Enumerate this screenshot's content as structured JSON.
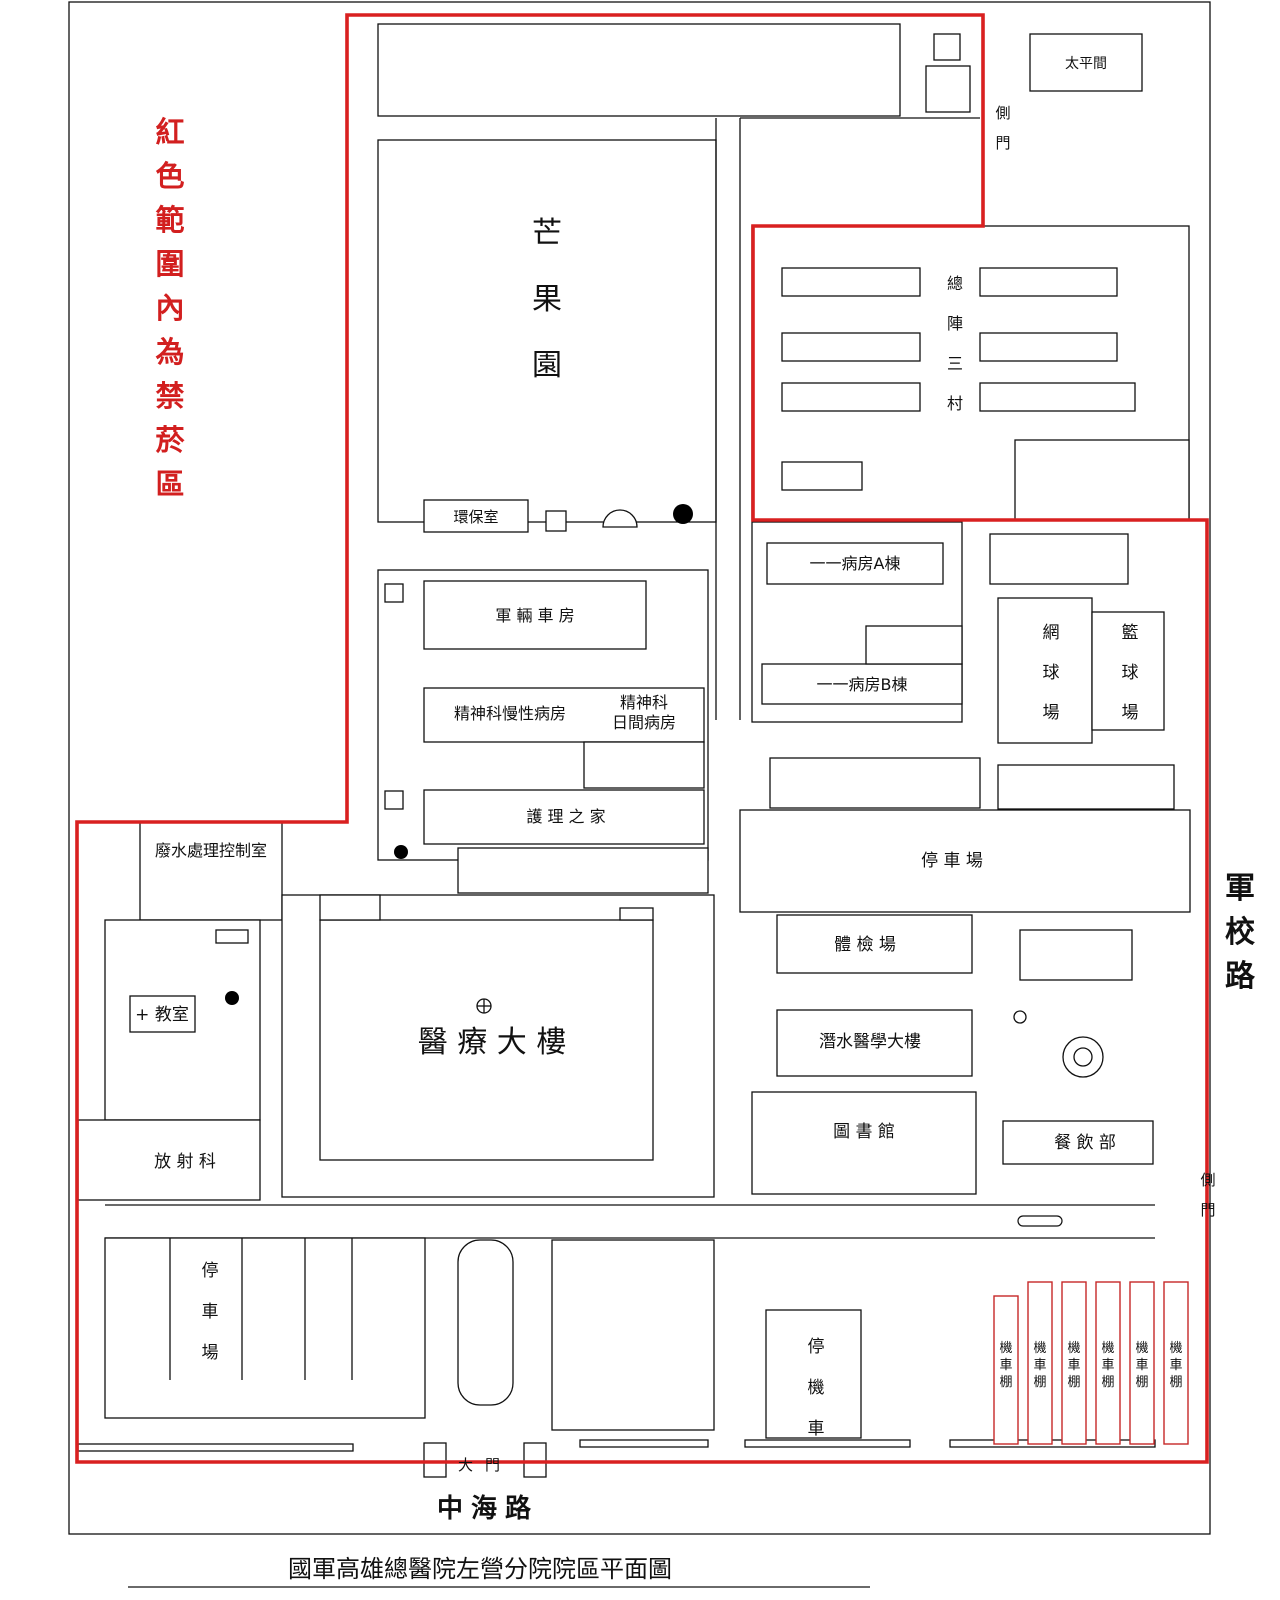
{
  "title": "國軍高雄總醫院左營分院院區平面圖",
  "legend": "紅色範圍內為禁菸區",
  "roads": {
    "junxiao": "軍校路",
    "zhonghai": "中海路"
  },
  "gates": {
    "main_gate": "大門",
    "side_gate_top": "側門",
    "side_gate_right": "側門"
  },
  "areas": {
    "orchard": "芒果園",
    "village": "總陣三村",
    "taiping": "太平間",
    "waste_room": "環保室",
    "garage": "軍 輛 車 房",
    "psy_chronic": "精神科慢性病房",
    "psy_day": "精神科日間病房",
    "nursing_home": "護 理 之 家",
    "sewage": "廢水處理控制室",
    "main_building": "醫 療 大 樓",
    "ward_a": "一一病房A棟",
    "ward_b": "一一病房B棟",
    "tennis": "網球場",
    "basketball": "籃球場",
    "parking_top": "停 車 場",
    "checkup": "體 檢 場",
    "diving": "潛水醫學大樓",
    "library": "圖 書 館",
    "dining": "餐 飲 部",
    "classroom": "教室",
    "radiology": "放 射 科",
    "parking_left": "停車場",
    "motorcycle": "停機車",
    "moto_shed": "機車棚"
  },
  "icons": [
    "red-cross-icon",
    "bell-icon",
    "globe-icon"
  ]
}
